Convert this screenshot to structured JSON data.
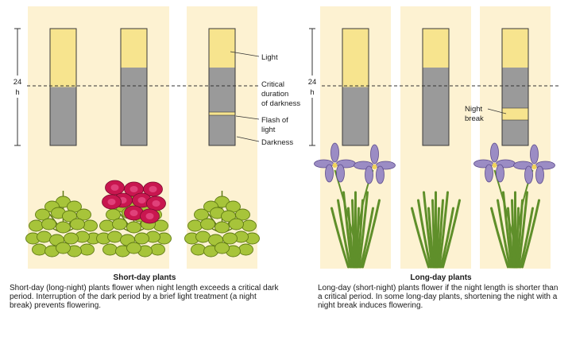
{
  "colors": {
    "panel": "#fdf2d2",
    "light": "#f7e48e",
    "dark": "#9a9a9a",
    "bar_outline": "#3a3a3a",
    "leaf": "#a7c43a",
    "leaf_dark": "#5f7a14",
    "flower_red": "#c8164f",
    "iris_petal": "#9b8cc4",
    "iris_stem": "#5f8f2a"
  },
  "scale": {
    "label_top": "24",
    "label_bottom": "h"
  },
  "labels": {
    "light": "Light",
    "critical": [
      "Critical",
      "duration",
      "of darkness"
    ],
    "flash": [
      "Flash of",
      "light"
    ],
    "darkness": "Darkness",
    "night_break": [
      "Night",
      "break"
    ]
  },
  "short_day": {
    "heading": "Short-day plants",
    "description": "Short-day (long-night) plants flower when night length exceeds a critical dark period. Interruption of the dark period by a brief light treatment (a night break) prevents flowering."
  },
  "long_day": {
    "heading": "Long-day plants",
    "description": "Long-day (short-night) plants flower if the night length is shorter than a critical period. In some long-day plants, shortening the night with a night break induces flowering."
  },
  "groups": [
    {
      "name": "short-day",
      "bars": [
        {
          "light_hours": 12.0,
          "flash": false,
          "flowering": false
        },
        {
          "light_hours": 8.0,
          "flash": false,
          "flowering": true
        },
        {
          "light_hours": 8.0,
          "flash": true,
          "flowering": false
        }
      ]
    },
    {
      "name": "long-day",
      "bars": [
        {
          "light_hours": 12.0,
          "flash": false,
          "flowering": true
        },
        {
          "light_hours": 8.0,
          "flash": false,
          "flowering": false
        },
        {
          "light_hours": 8.0,
          "flash": true,
          "flowering": true
        }
      ]
    }
  ]
}
